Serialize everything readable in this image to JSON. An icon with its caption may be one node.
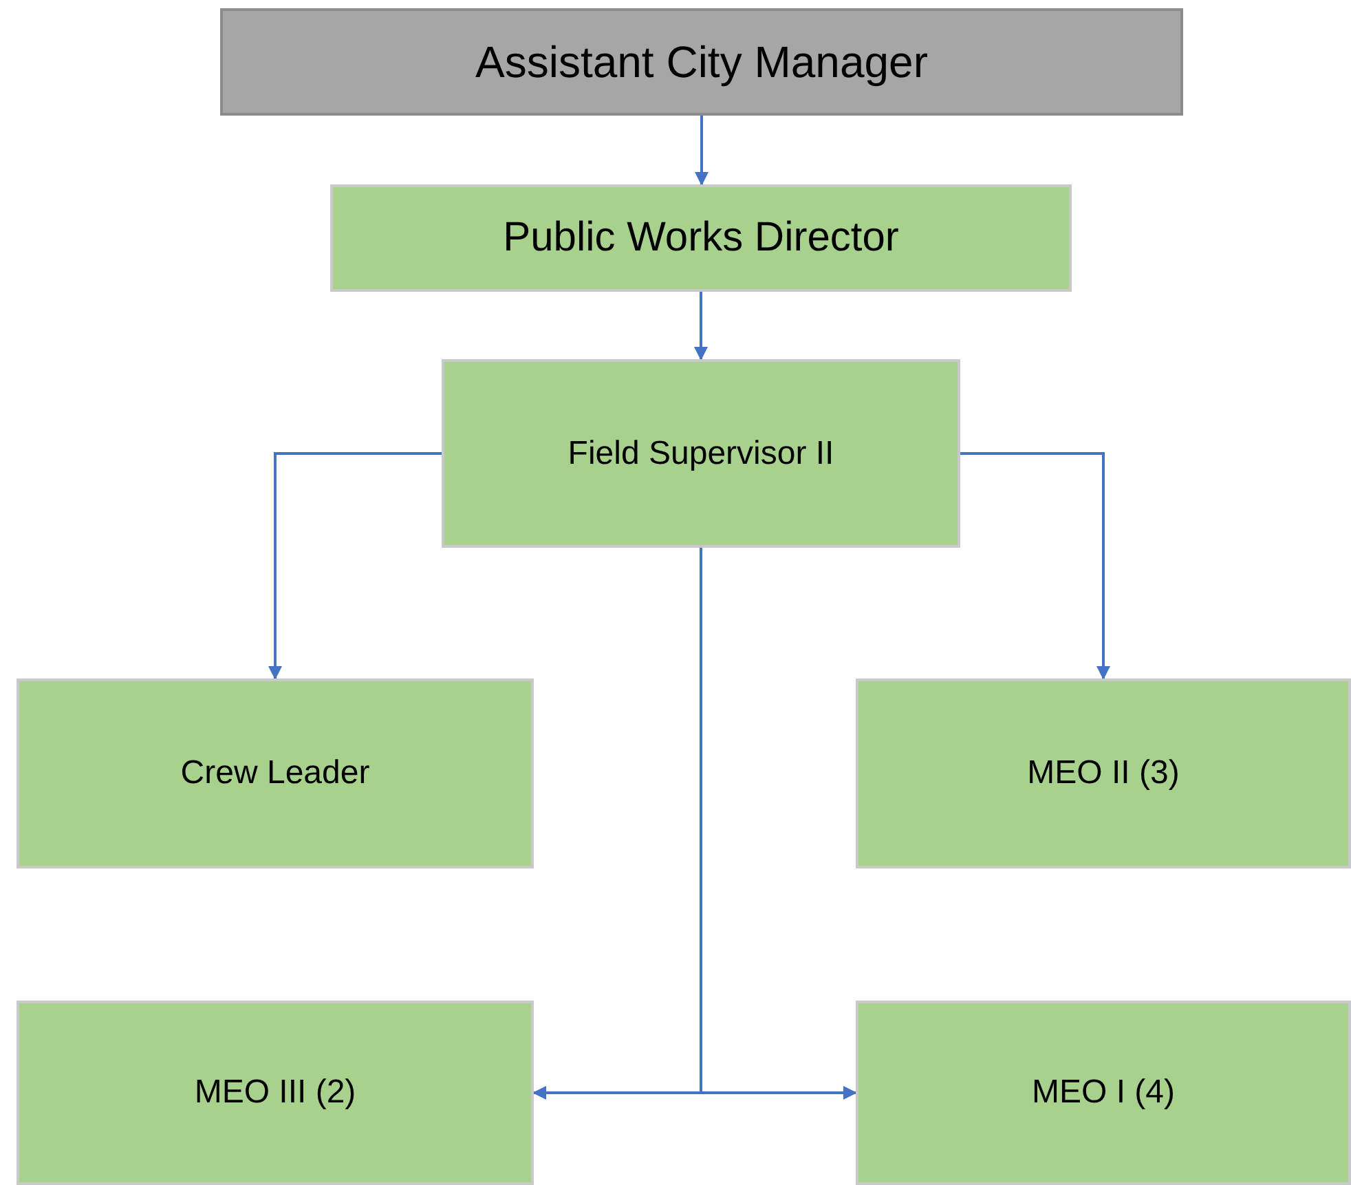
{
  "diagram": {
    "nodes": [
      {
        "text": [
          "Assistant City Manager"
        ]
      },
      {
        "text": [
          "Public Works Director"
        ]
      },
      {
        "text": [
          "Field Supervisor II"
        ]
      },
      {
        "text": [
          "Crew Leader"
        ]
      },
      {
        "text": [
          "MEO II (3)"
        ]
      },
      {
        "text": [
          "MEO III (2)"
        ]
      },
      {
        "text": [
          "MEO I (4)"
        ]
      }
    ],
    "edges": [
      {
        "from": 0,
        "to": 1,
        "arrow": "to"
      },
      {
        "from": 1,
        "to": 2,
        "arrow": "to"
      },
      {
        "from": 2,
        "to": 3,
        "arrow": "to"
      },
      {
        "from": 2,
        "to": 4,
        "arrow": "to"
      },
      {
        "from": 2,
        "to": 5,
        "arrow": "to"
      },
      {
        "from": 2,
        "to": 6,
        "arrow": "to"
      }
    ]
  }
}
